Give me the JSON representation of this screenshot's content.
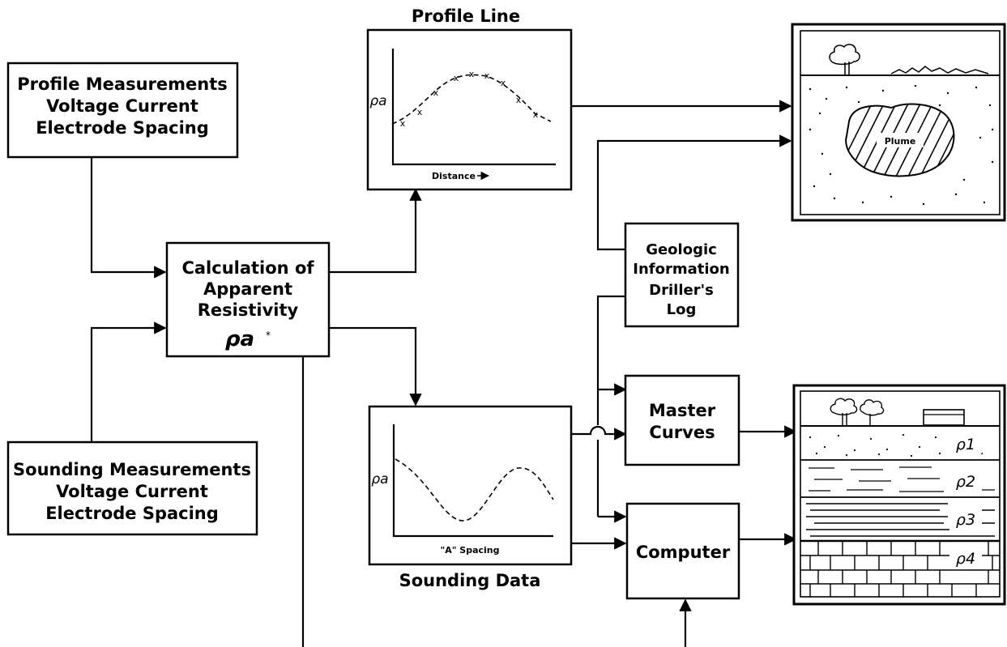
{
  "profile_measurements": {
    "lines": [
      "Profile Measurements",
      "Voltage Current",
      "Electrode Spacing"
    ]
  },
  "sounding_measurements": {
    "lines": [
      "Sounding Measurements",
      "Voltage Current",
      "Electrode Spacing"
    ]
  },
  "calculation": {
    "lines": [
      "Calculation of",
      "Apparent",
      "Resistivity"
    ],
    "symbol": "ρa"
  },
  "profile_line": {
    "title": "Profile Line",
    "ylabel": "ρa",
    "xlabel": "Distance"
  },
  "sounding_data": {
    "title": "Sounding Data",
    "ylabel": "ρa",
    "xlabel": "\"A\" Spacing"
  },
  "geologic_info": {
    "lines": [
      "Geologic",
      "Information",
      "Driller's",
      "Log"
    ]
  },
  "master_curves": {
    "lines": [
      "Master",
      "Curves"
    ]
  },
  "computer": {
    "label": "Computer"
  },
  "plume_panel": {
    "plume_label": "Plume"
  },
  "layers_panel": {
    "layer_labels": [
      "ρ1",
      "ρ2",
      "ρ3",
      "ρ4"
    ]
  },
  "colors": {
    "line": "#000000",
    "background": "#ffffff"
  }
}
